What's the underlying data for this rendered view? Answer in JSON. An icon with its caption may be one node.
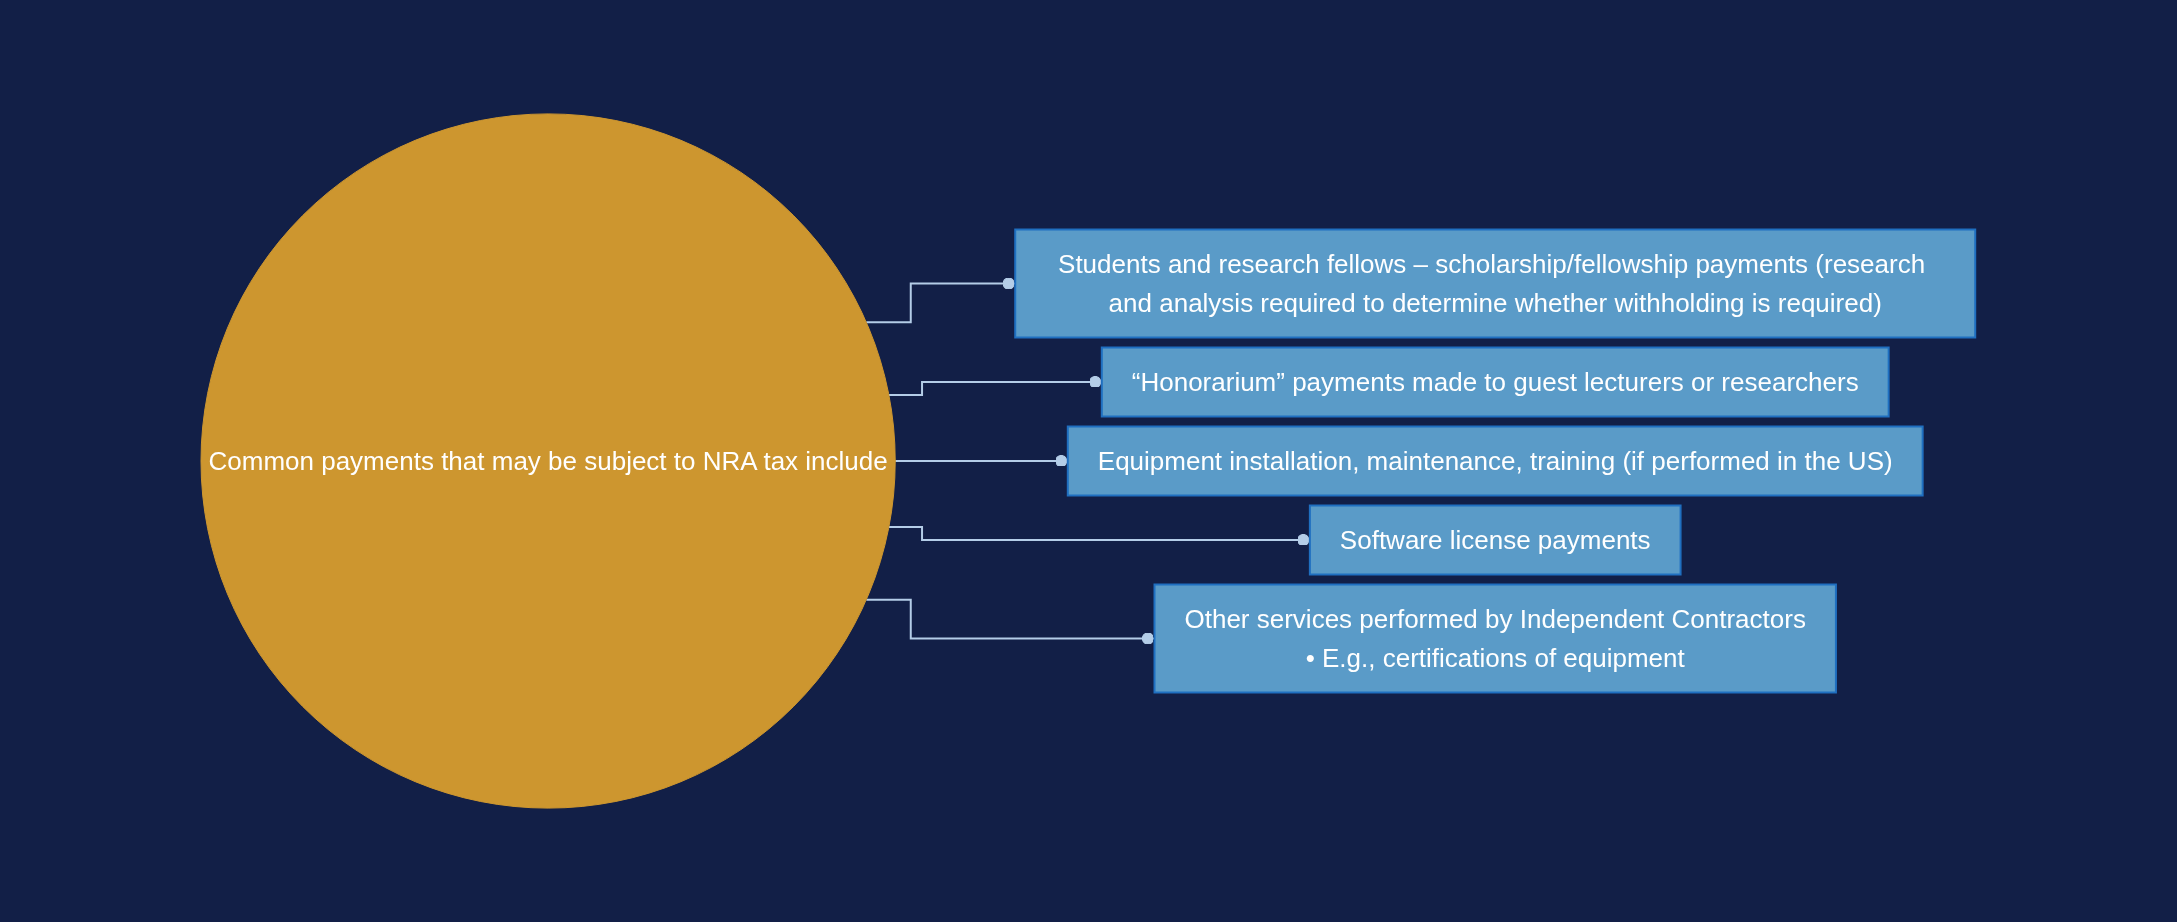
{
  "diagram": {
    "nodes": [
      {
        "text": [
          "Common payments that may be subject to NRA tax include"
        ]
      },
      {
        "text": [
          "Students and research fellows – scholarship/fellowship payments (research and analysis required to determine whether withholding is required)"
        ]
      },
      {
        "text": [
          "“Honorarium” payments made to guest lecturers or researchers"
        ]
      },
      {
        "text": [
          "Equipment installation, maintenance, training (if performed in the US)"
        ]
      },
      {
        "text": [
          "Software license payments"
        ]
      },
      {
        "text": [
          "Other services performed by Independent Contractors",
          "• E.g., certifications of equipment"
        ]
      }
    ],
    "edges": [
      {
        "from": 0,
        "to": 1,
        "arrow": "other"
      },
      {
        "from": 0,
        "to": 2,
        "arrow": "other"
      },
      {
        "from": 0,
        "to": 3,
        "arrow": "other"
      },
      {
        "from": 0,
        "to": 4,
        "arrow": "other"
      },
      {
        "from": 0,
        "to": 5,
        "arrow": "other"
      }
    ]
  }
}
